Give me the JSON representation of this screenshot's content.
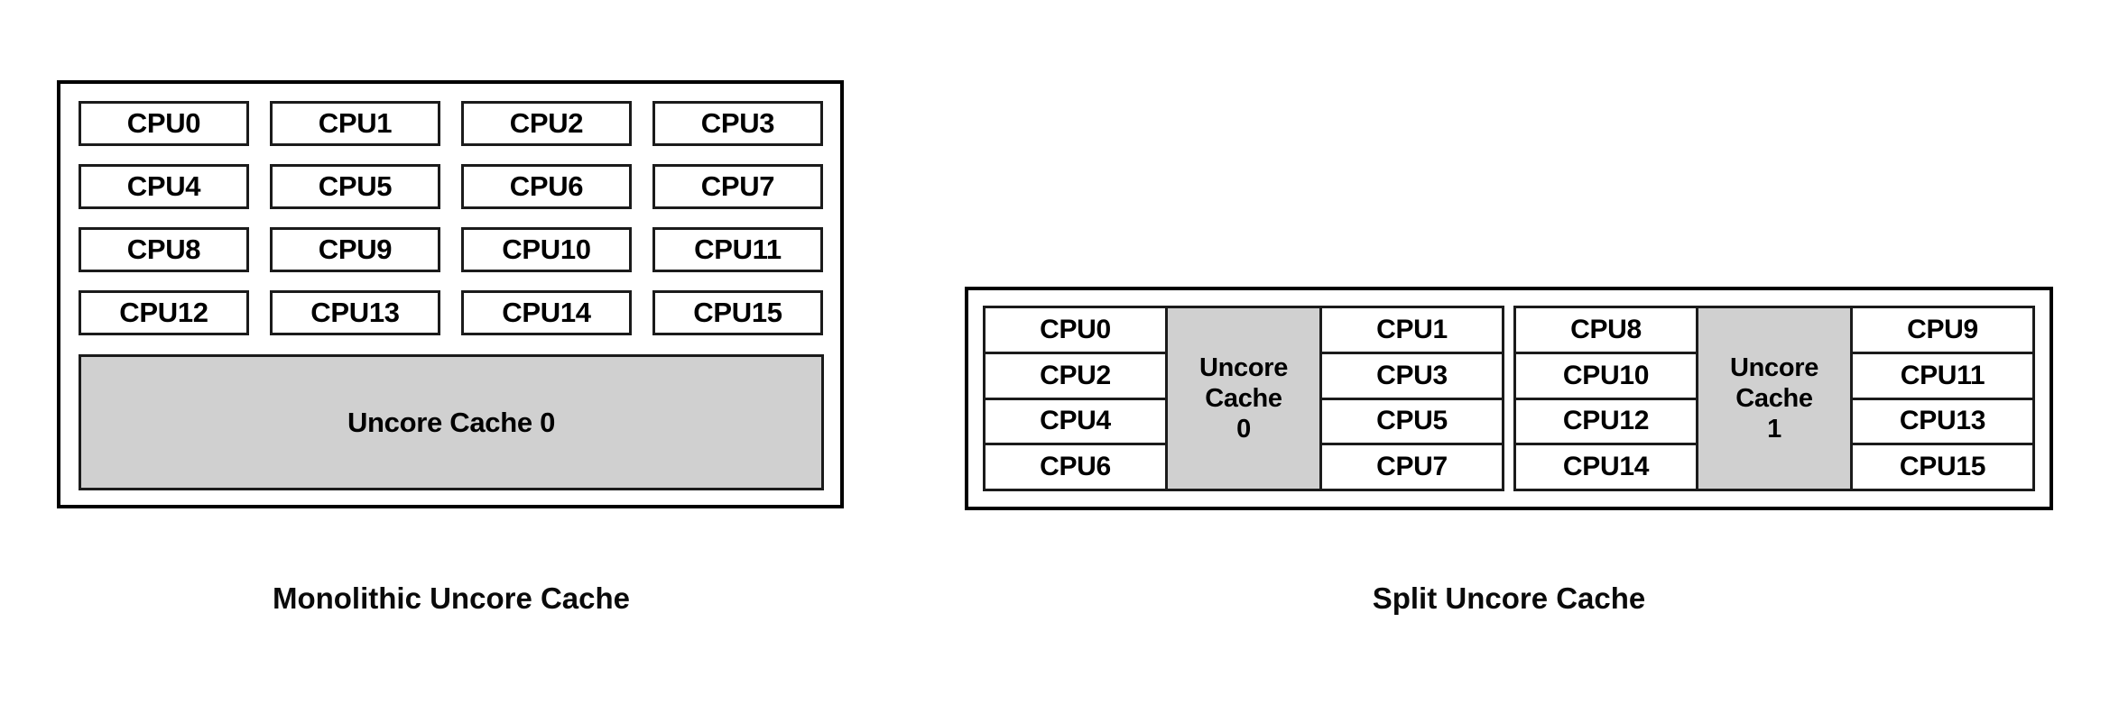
{
  "diagram": {
    "title_implied": "Uncore Cache Topologies",
    "colors": {
      "cache_fill": "#d0d0d0",
      "box_stroke": "#1b1b1b",
      "outer_stroke": "#000000",
      "background": "#ffffff",
      "text": "#000000"
    }
  },
  "monolithic": {
    "caption": "Monolithic Uncore Cache",
    "cpu_rows": [
      [
        "CPU0",
        "CPU1",
        "CPU2",
        "CPU3"
      ],
      [
        "CPU4",
        "CPU5",
        "CPU6",
        "CPU7"
      ],
      [
        "CPU8",
        "CPU9",
        "CPU10",
        "CPU11"
      ],
      [
        "CPU12",
        "CPU13",
        "CPU14",
        "CPU15"
      ]
    ],
    "cache_label": "Uncore Cache 0"
  },
  "split": {
    "caption": "Split Uncore Cache",
    "groups": [
      {
        "left_column": [
          "CPU0",
          "CPU2",
          "CPU4",
          "CPU6"
        ],
        "cache_line1": "Uncore",
        "cache_line2": "Cache",
        "cache_line3": "0",
        "right_column": [
          "CPU1",
          "CPU3",
          "CPU5",
          "CPU7"
        ]
      },
      {
        "left_column": [
          "CPU8",
          "CPU10",
          "CPU12",
          "CPU14"
        ],
        "cache_line1": "Uncore",
        "cache_line2": "Cache",
        "cache_line3": "1",
        "right_column": [
          "CPU9",
          "CPU11",
          "CPU13",
          "CPU15"
        ]
      }
    ]
  }
}
